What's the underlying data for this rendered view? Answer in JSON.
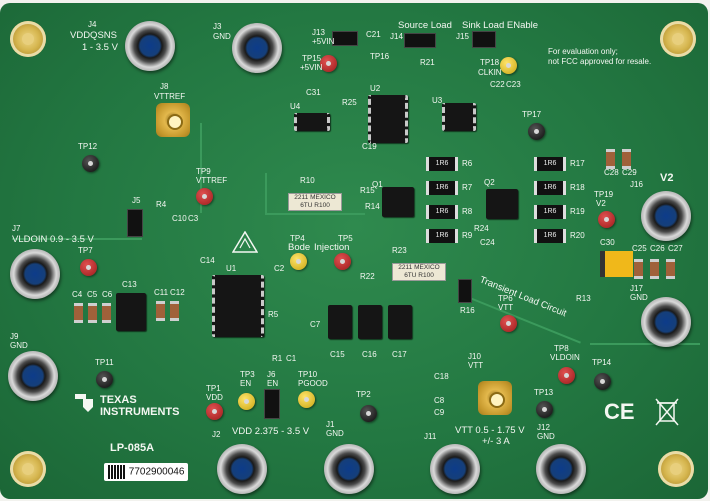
{
  "board": {
    "title": "LP-085A",
    "serial": "7702900046",
    "brand": "TEXAS INSTRUMENTS",
    "brand_line1": "TEXAS",
    "brand_line2": "INSTRUMENTS",
    "notice_line1": "For evaluation only;",
    "notice_line2": "not FCC approved for resale.",
    "colors": {
      "pcb": "#237842",
      "silkscreen": "#f4f7f2",
      "gold": "#d5b54e"
    }
  },
  "connectors": {
    "j4": {
      "ref": "J4",
      "name": "VDDQSNS",
      "range": "1 - 3.5 V"
    },
    "j3": {
      "ref": "J3",
      "name": "GND"
    },
    "j7": {
      "ref": "J7",
      "name": "VLDOIN 0.9 - 3.5 V"
    },
    "j9": {
      "ref": "J9",
      "name": "GND"
    },
    "j16": {
      "ref": "J16",
      "name": "V2"
    },
    "j17": {
      "ref": "J17",
      "name": "GND"
    },
    "j2": {
      "ref": "J2",
      "name": "VDD 2.375 - 3.5 V"
    },
    "j1": {
      "ref": "J1",
      "name": "GND"
    },
    "j11": {
      "ref": "J11",
      "name": "VTT 0.5 - 1.75 V",
      "current": "+/- 3 A"
    },
    "j12": {
      "ref": "J12",
      "name": "GND"
    },
    "j8": {
      "ref": "J8",
      "name": "VTTREF"
    },
    "j10": {
      "ref": "J10",
      "name": "VTT"
    },
    "j13": {
      "ref": "J13",
      "name": "+5VIN"
    },
    "j14": {
      "ref": "J14",
      "name": "Source Load"
    },
    "j15": {
      "ref": "J15",
      "name": "Sink Load ENable"
    },
    "j5": {
      "ref": "J5"
    },
    "j6": {
      "ref": "J6",
      "name": "EN"
    }
  },
  "testpoints": {
    "tp12": "TP12",
    "tp9": {
      "ref": "TP9",
      "name": "VTTREF"
    },
    "tp7": "TP7",
    "tp11": "TP11",
    "tp1": {
      "ref": "TP1",
      "name": "VDD"
    },
    "tp3": {
      "ref": "TP3",
      "name": "EN"
    },
    "tp10": {
      "ref": "TP10",
      "name": "PGOOD"
    },
    "tp2": "TP2",
    "tp4": {
      "ref": "TP4",
      "name": "Bode"
    },
    "tp5": {
      "ref": "TP5",
      "name": "Injection"
    },
    "tp15": {
      "ref": "TP15",
      "name": "+5VIN"
    },
    "tp18": {
      "ref": "TP18",
      "name": "CLKIN"
    },
    "tp17": "TP17",
    "tp19": {
      "ref": "TP19",
      "name": "V2"
    },
    "tp6": {
      "ref": "TP6",
      "name": "VTT"
    },
    "tp8": {
      "ref": "TP8",
      "name": "VLDOIN"
    },
    "tp13": "TP13",
    "tp14": "TP14",
    "tp16": "TP16"
  },
  "components": {
    "u1": "U1",
    "u2": "U2",
    "u3": "U3",
    "u4": "U4",
    "q1": "Q1",
    "q2": "Q2",
    "r_load": [
      "1R6",
      "1R6",
      "1R6",
      "1R6"
    ],
    "r_load_right": [
      "1R6",
      "1R6",
      "1R6",
      "1R6"
    ],
    "refs_left": [
      "R6",
      "R7",
      "R8",
      "R9"
    ],
    "refs_right": [
      "R17",
      "R18",
      "R19",
      "R20"
    ],
    "shunt_text_1": "2211 MEXICO",
    "shunt_text_2": "6TU R100",
    "r23": "R23",
    "r10": "R10",
    "r16": "R16",
    "r13": "R13",
    "r22": "R22",
    "r24": "R24",
    "r21": "R21",
    "r25": "R25",
    "c13": "C13",
    "c14": "C14",
    "c15": "C15",
    "c16": "C16",
    "c17": "C17",
    "c18": "C18",
    "c30": "C30",
    "c25": "C25",
    "c26": "C26",
    "c27": "C27",
    "c28": "C28",
    "c29": "C29",
    "c22": "C22",
    "c23": "C23",
    "c21": "C21",
    "c31": "C31",
    "c2": "C2",
    "c7": "C7",
    "c10": "C10",
    "c3": "C3",
    "c4": "C4",
    "c5": "C5",
    "c6": "C6",
    "c11": "C11",
    "c12": "C12",
    "c8": "C8",
    "c9": "C9",
    "c19": "C19",
    "c24": "C24",
    "r4": "R4",
    "r5": "R5",
    "r1": "R1",
    "c1": "C1",
    "r15": "R15",
    "r14": "R14"
  },
  "annotation": {
    "transient": "Transient Load Circuit"
  },
  "marks": {
    "ce": "CE",
    "weee": "weee-bin-icon",
    "ti_logo": "ti-logo-icon",
    "esd": "esd-warning-icon"
  }
}
